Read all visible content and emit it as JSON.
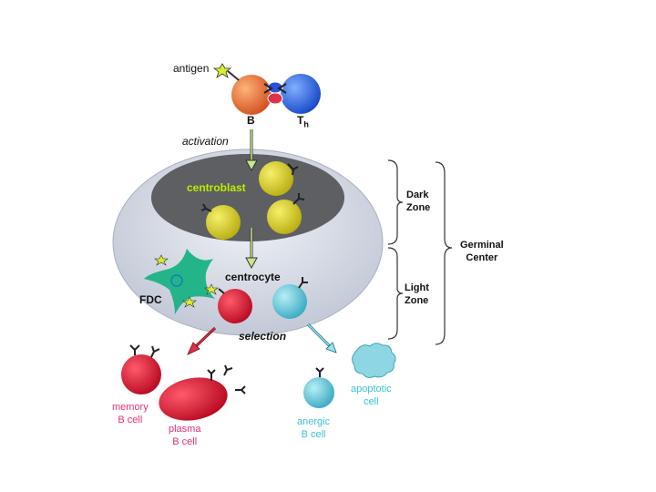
{
  "labels": {
    "antigen": "antigen",
    "b": "B",
    "th": "T",
    "th_sub": "h",
    "activation": "activation",
    "centroblast": "centroblast",
    "centrocyte": "centrocyte",
    "fdc": "FDC",
    "selection": "selection",
    "dark_zone": "Dark\nZone",
    "light_zone": "Light\nZone",
    "germinal_center": "Germinal\nCenter",
    "memory_b_cell": "memory\nB cell",
    "plasma_b_cell": "plasma\nB cell",
    "anergic_b_cell": "anergic\nB cell",
    "apoptotic_cell": "apoptotic\ncell"
  },
  "colors": {
    "b_cell": "#e8643a",
    "th_cell": "#2a6fe0",
    "centroblast_cell": "#d8d21e",
    "centrocyte_red": "#d81e3c",
    "centrocyte_cyan": "#5cc6d8",
    "fdc": "#2ab890",
    "germinal_outer": "#d4dae6",
    "dark_zone_fill": "#6a6a6e",
    "memory_label": "#e0307a",
    "anergic_label": "#3cc0d6"
  }
}
